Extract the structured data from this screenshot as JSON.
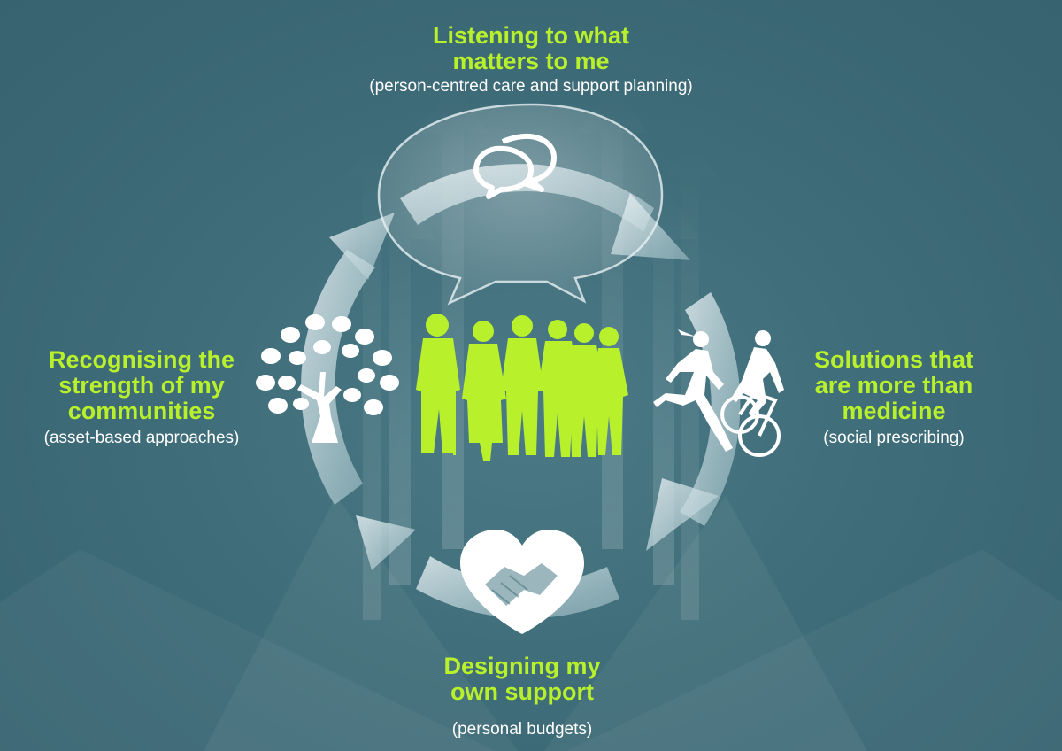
{
  "colors": {
    "background": "#3d6a76",
    "accent_green": "#b8f12c",
    "text_white": "#ffffff",
    "cycle_arrow": "#c9dde2"
  },
  "center": {
    "icon": "group-of-people-icon"
  },
  "steps": [
    {
      "position": "top",
      "heading_lines": [
        "Listening to what",
        "matters to me"
      ],
      "subtitle": "(person-centred care and support planning)",
      "icon": "speech-bubbles-icon"
    },
    {
      "position": "right",
      "heading_lines": [
        "Solutions that",
        "are more than",
        "medicine"
      ],
      "subtitle": "(social prescribing)",
      "icon": "runner-and-cyclist-icon"
    },
    {
      "position": "bottom",
      "heading_lines": [
        "Designing my",
        "own support"
      ],
      "subtitle": "(personal budgets)",
      "icon": "handshake-heart-icon"
    },
    {
      "position": "left",
      "heading_lines": [
        "Recognising the",
        "strength of my",
        "communities"
      ],
      "subtitle": "(asset-based approaches)",
      "icon": "hands-tree-icon"
    }
  ]
}
